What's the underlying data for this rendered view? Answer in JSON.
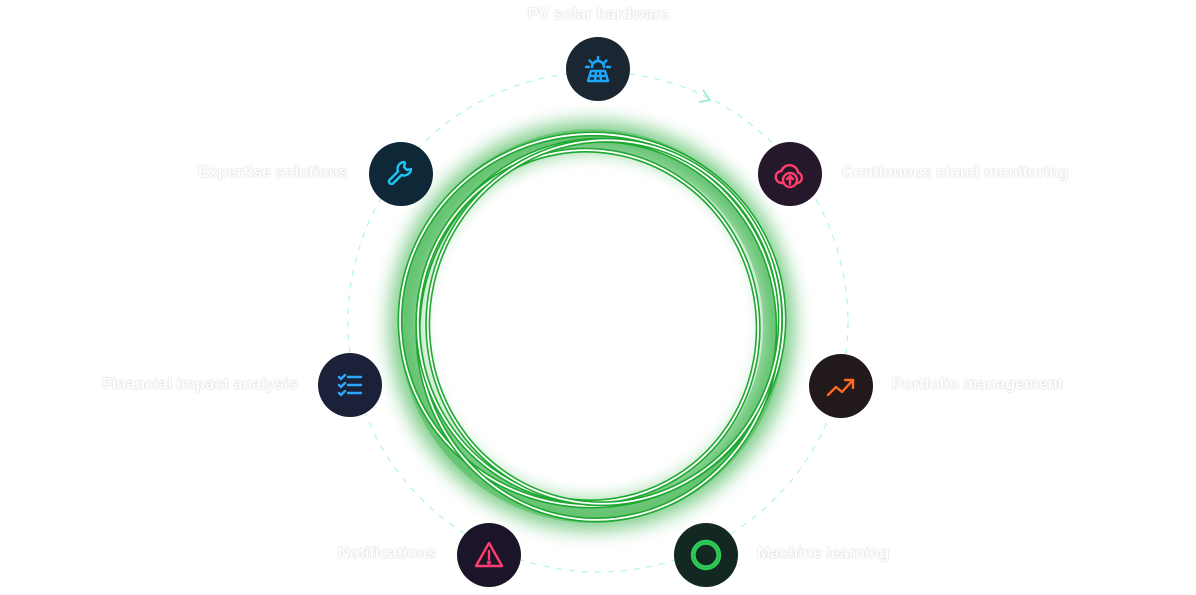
{
  "diagram": {
    "title": "Solar asset monitoring feature wheel",
    "center": {
      "icon": "glowing-ring",
      "color": "#1fa831"
    },
    "orbit_color": "#7ef0c4",
    "features": [
      {
        "id": "pv-solar-hardware",
        "label": "PV solar hardware",
        "icon": "solar-panel-icon",
        "icon_color": "#1ea7ff",
        "bg": "#1b2633",
        "position": "top"
      },
      {
        "id": "continuous-cloud-monitoring",
        "label": "Continuous cloud monitoring",
        "icon": "cloud-upload-icon",
        "icon_color": "#ff3d6e",
        "bg": "#26182b",
        "position": "top-right"
      },
      {
        "id": "portfolio-management",
        "label": "Portfolio management",
        "icon": "trending-up-icon",
        "icon_color": "#ff6a1f",
        "bg": "#221a1a",
        "position": "right"
      },
      {
        "id": "machine-learning",
        "label": "Machine learning",
        "icon": "ring-icon",
        "icon_color": "#2ecc55",
        "bg": "#142823",
        "position": "bottom-right"
      },
      {
        "id": "notifications",
        "label": "Notifications",
        "icon": "warning-icon",
        "icon_color": "#ff3d6e",
        "bg": "#1c1529",
        "position": "bottom-left"
      },
      {
        "id": "financial-impact-analysis",
        "label": "Financial impact analysis",
        "icon": "checklist-icon",
        "icon_color": "#2aa8ff",
        "bg": "#1b2138",
        "position": "left"
      },
      {
        "id": "expertise-solutions",
        "label": "Expertise solutions",
        "icon": "wrench-icon",
        "icon_color": "#21c4f2",
        "bg": "#0f2838",
        "position": "top-left"
      }
    ]
  }
}
